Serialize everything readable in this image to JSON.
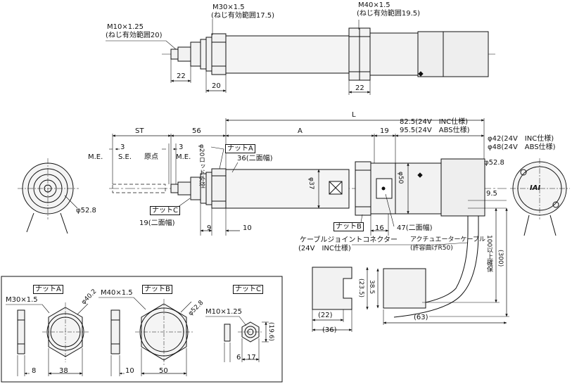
{
  "top": {
    "m10_thread": "M10×1.25",
    "m10_range": "(ねじ有効範囲20)",
    "m30_thread": "M30×1.5",
    "m30_range": "(ねじ有効範囲17.5)",
    "m40_thread": "M40×1.5",
    "m40_range": "(ねじ有効範囲19.5)",
    "dim_22a": "22",
    "dim_20": "20",
    "dim_22b": "22"
  },
  "main": {
    "L": "L",
    "ST": "ST",
    "d56": "56",
    "A": "A",
    "d19": "19",
    "len_inc": "82.5(24V　INC仕様)",
    "len_abs": "95.5(24V　ABS仕様)",
    "dia_inc": "φ42(24V　INC仕様)",
    "dia_abs": "φ48(24V　ABS仕様)",
    "me_left": "M.E.",
    "d3_left": "3",
    "se": "S.E.",
    "origin": "原点",
    "d3_right": "3",
    "me_right": "M.E.",
    "rod_od": "φ20ロッド外径",
    "nut_a": "ナットA",
    "d36": "36(二面幅)",
    "dia37": "φ37",
    "dia50": "φ50",
    "dia528_left": "φ52.8",
    "dia528_right": "φ52.8",
    "nut_c": "ナットC",
    "d19_across": "19(二面幅)",
    "d9": "9",
    "d10": "10",
    "nut_b": "ナットB",
    "d16": "16",
    "d47": "47(二面幅)",
    "d95": "9.5",
    "cable_joint": "ケーブルジョイントコネクター",
    "cable_joint_spec": "(24V　INC仕様)",
    "actuator_cable": "アクチュエーターケーブル",
    "bend_radius": "(許容曲げR50)",
    "d100": "100以上確保",
    "d300": "(300)",
    "d235": "(23.5)",
    "d385": "38.5",
    "d22": "(22)",
    "d36b": "(36)",
    "d63": "(63)",
    "logo": "IAI"
  },
  "nuts": {
    "nut_a_title": "ナットA",
    "nut_a_thread": "M30×1.5",
    "nut_a_dia": "φ40.2",
    "nut_a_w": "8",
    "nut_a_across": "38",
    "nut_b_title": "ナットB",
    "nut_b_thread": "M40×1.5",
    "nut_b_dia": "φ52.8",
    "nut_b_w": "10",
    "nut_b_across": "50",
    "nut_c_title": "ナットC",
    "nut_c_thread": "M10×1.25",
    "nut_c_h": "(19.6)",
    "nut_c_w": "6",
    "nut_c_across": "17"
  }
}
